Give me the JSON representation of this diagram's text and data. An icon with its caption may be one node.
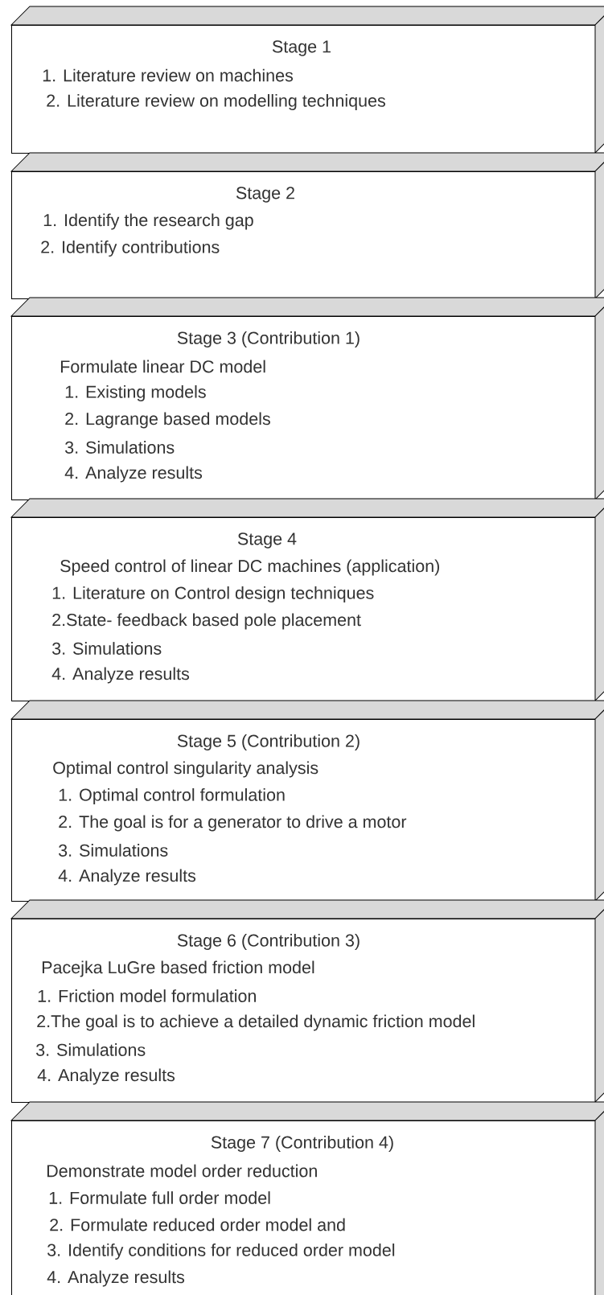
{
  "diagram": {
    "nodes": [
      {
        "text": [
          "Stage 1",
          "1. Literature review on machines",
          "2. Literature review on modelling techniques"
        ]
      },
      {
        "text": [
          "Stage 2",
          "1. Identify the research gap",
          "2. Identify contributions"
        ]
      },
      {
        "text": [
          "Stage 3 (Contribution 1)",
          "Formulate linear DC model",
          "1. Existing models",
          "2. Lagrange based models",
          "3. Simulations",
          "4. Analyze results"
        ]
      },
      {
        "text": [
          "Stage 4",
          "Speed control of linear DC machines (application)",
          "1. Literature on Control design techniques",
          "2.State- feedback based pole placement",
          "3. Simulations",
          "4. Analyze results"
        ]
      },
      {
        "text": [
          "Stage 5 (Contribution 2)",
          "Optimal control singularity analysis",
          "1. Optimal control formulation",
          "2. The goal is for a generator to drive a motor",
          "3. Simulations",
          "4. Analyze results"
        ]
      },
      {
        "text": [
          "Stage 6 (Contribution 3)",
          "Pacejka LuGre based friction model",
          "1. Friction model formulation",
          "2.The goal is to achieve a detailed dynamic friction model",
          "3. Simulations",
          "4. Analyze results"
        ]
      },
      {
        "text": [
          "Stage 7 (Contribution 4)",
          "Demonstrate model order reduction",
          "1. Formulate full order model",
          "2. Formulate reduced order model and",
          "3. Identify conditions for reduced order model",
          "4. Analyze results"
        ]
      }
    ]
  }
}
